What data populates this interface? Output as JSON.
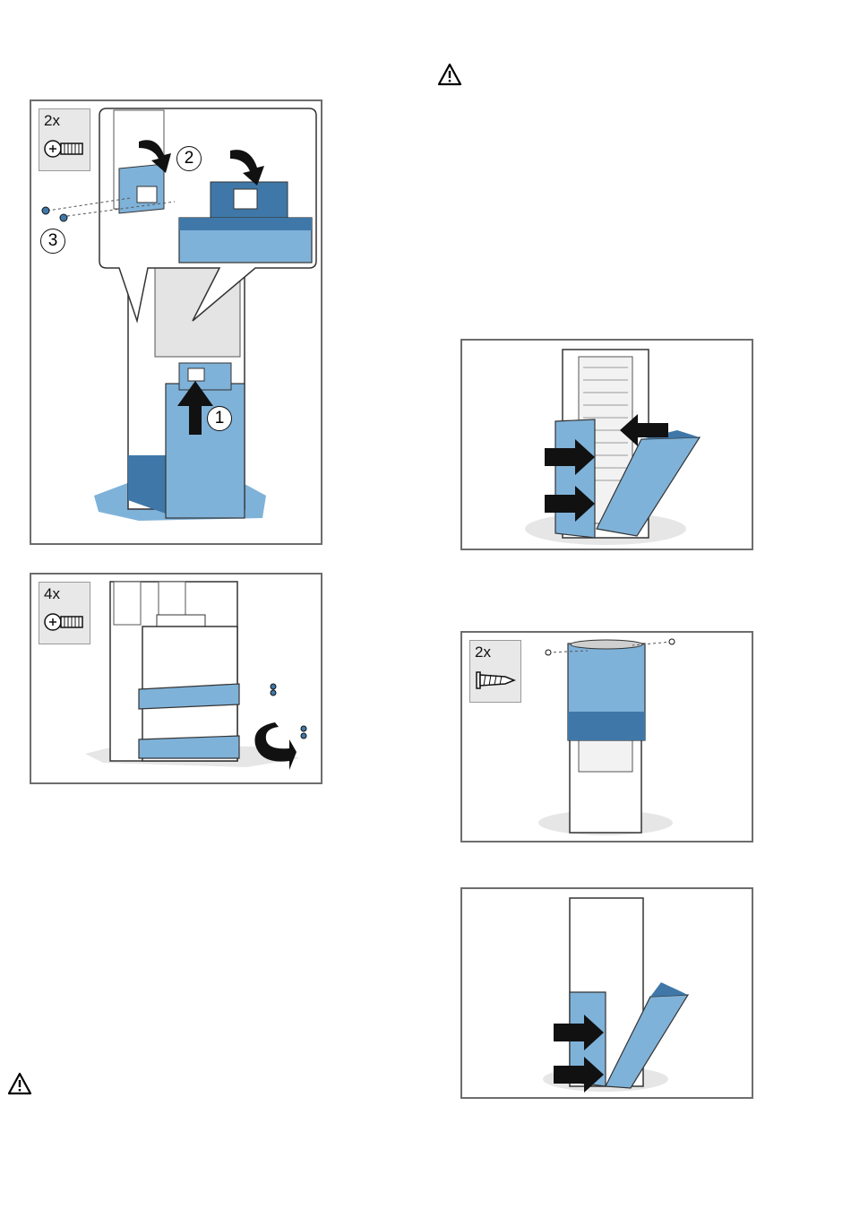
{
  "figures": {
    "fig1": {
      "quantity": "2x",
      "steps": [
        "1",
        "2",
        "3"
      ],
      "screw_icon": "machine-screw-icon"
    },
    "fig2": {
      "quantity": "4x",
      "screw_icon": "machine-screw-icon"
    },
    "fig3": {},
    "fig4": {
      "quantity": "2x",
      "screw_icon": "wood-screw-icon"
    },
    "fig5": {}
  },
  "icons": {
    "warning": "warning-triangle-icon"
  },
  "colors": {
    "accent_blue": "#7fb2d9",
    "dark_blue": "#3f78a8",
    "frame": "#6d6d6d",
    "label_bg": "#e8e8e8"
  }
}
